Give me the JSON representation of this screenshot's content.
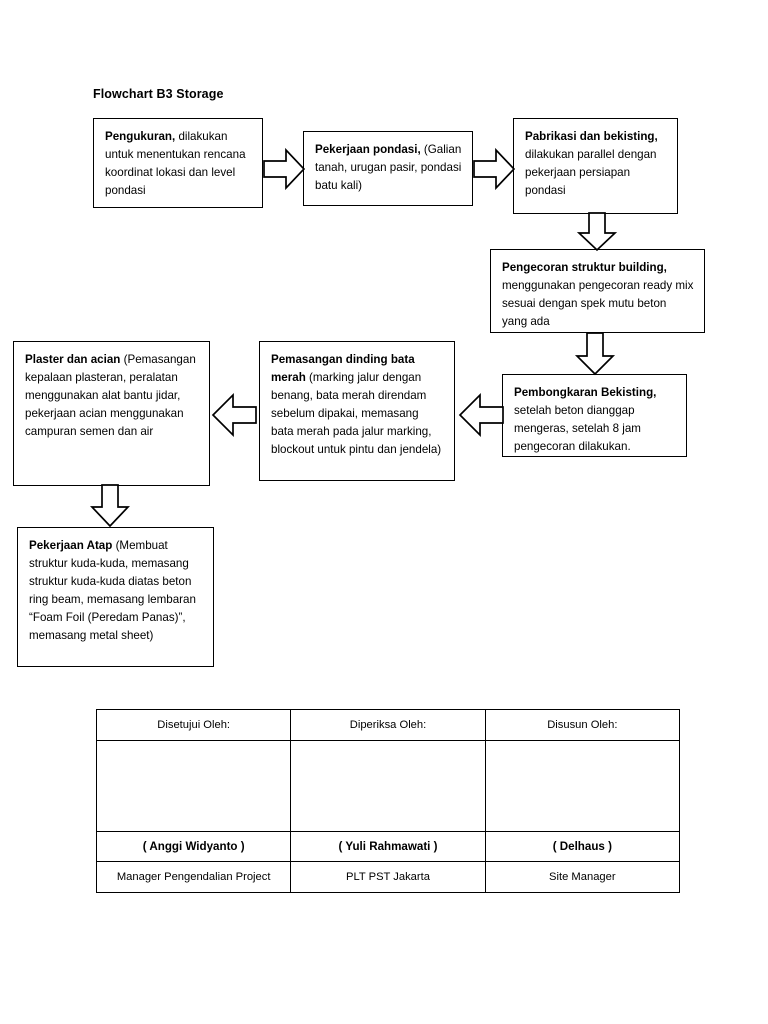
{
  "document": {
    "title": "Flowchart B3 Storage"
  },
  "flow": {
    "nodes": [
      {
        "id": "pengukuran",
        "heading": "Pengukuran,",
        "body": " dilakukan untuk menentukan rencana koordinat lokasi dan level pondasi"
      },
      {
        "id": "pekerjaan-pondasi",
        "heading": "Pekerjaan pondasi,",
        "body": " (Galian tanah, urugan pasir, pondasi batu kali)"
      },
      {
        "id": "pabrikasi-bekisting",
        "heading": "Pabrikasi dan bekisting,",
        "body": " dilakukan parallel dengan pekerjaan persiapan pondasi"
      },
      {
        "id": "pengecoran-struktur",
        "heading": "Pengecoran struktur building,",
        "body": " menggunakan pengecoran ready mix sesuai dengan spek mutu beton yang ada"
      },
      {
        "id": "pembongkaran-bekisting",
        "heading": "Pembongkaran Bekisting,",
        "body": " setelah beton dianggap mengeras, setelah 8 jam pengecoran dilakukan."
      },
      {
        "id": "pemasangan-dinding",
        "heading": "Pemasangan dinding bata merah",
        "body": " (marking jalur dengan benang, bata merah direndam sebelum dipakai, memasang bata merah pada jalur marking, blockout untuk pintu dan jendela)"
      },
      {
        "id": "plaster-acian",
        "heading": "Plaster dan acian",
        "body": " (Pemasangan kepalaan plasteran, peralatan menggunakan alat bantu jidar, pekerjaan acian menggunakan campuran semen dan air"
      },
      {
        "id": "pekerjaan-atap",
        "heading": "Pekerjaan Atap",
        "body": " (Membuat struktur kuda-kuda, memasang struktur kuda-kuda diatas beton ring beam, memasang lembaran “Foam Foil (Peredam Panas)”, memasang metal sheet)"
      }
    ],
    "connectors": [
      {
        "id": "pengukuran-to-pondasi",
        "direction": "right"
      },
      {
        "id": "pondasi-to-pabrikasi",
        "direction": "right"
      },
      {
        "id": "pabrikasi-to-pengecoran",
        "direction": "down"
      },
      {
        "id": "pengecoran-to-pembongkaran",
        "direction": "down"
      },
      {
        "id": "pembongkaran-to-dinding",
        "direction": "left"
      },
      {
        "id": "dinding-to-plaster",
        "direction": "left"
      },
      {
        "id": "plaster-to-atap",
        "direction": "down"
      }
    ]
  },
  "signature_table": {
    "headers": [
      "Disetujui Oleh:",
      "Diperiksa Oleh:",
      "Disusun Oleh:"
    ],
    "names": [
      "( Anggi Widyanto )",
      "( Yuli Rahmawati )",
      "( Delhaus )"
    ],
    "roles": [
      "Manager Pengendalian Project",
      "PLT PST Jakarta",
      "Site Manager"
    ]
  },
  "colors": {
    "page_background": "#ffffff",
    "stroke": "#000000",
    "text": "#000000"
  }
}
